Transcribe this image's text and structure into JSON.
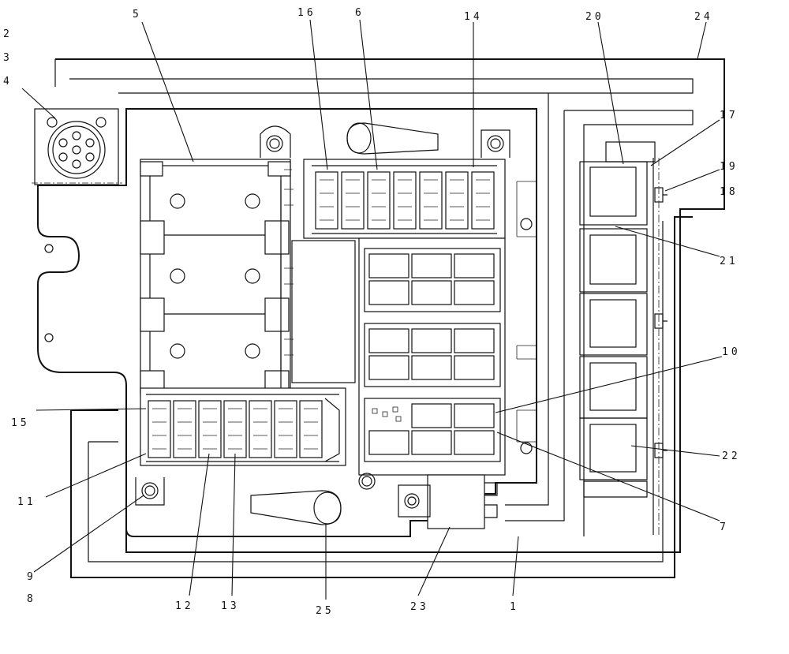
{
  "drawing": {
    "callouts": [
      {
        "id": "c2",
        "label": "2"
      },
      {
        "id": "c3",
        "label": "3"
      },
      {
        "id": "c4",
        "label": "4"
      },
      {
        "id": "c5",
        "label": "5"
      },
      {
        "id": "c16",
        "label": "16"
      },
      {
        "id": "c6",
        "label": "6"
      },
      {
        "id": "c14",
        "label": "14"
      },
      {
        "id": "c20",
        "label": "20"
      },
      {
        "id": "c24",
        "label": "24"
      },
      {
        "id": "c17",
        "label": "17"
      },
      {
        "id": "c19",
        "label": "19"
      },
      {
        "id": "c18",
        "label": "18"
      },
      {
        "id": "c21",
        "label": "21"
      },
      {
        "id": "c10",
        "label": "10"
      },
      {
        "id": "c15",
        "label": "15"
      },
      {
        "id": "c11",
        "label": "11"
      },
      {
        "id": "c22",
        "label": "22"
      },
      {
        "id": "c7",
        "label": "7"
      },
      {
        "id": "c9",
        "label": "9"
      },
      {
        "id": "c8",
        "label": "8"
      },
      {
        "id": "c12",
        "label": "12"
      },
      {
        "id": "c13",
        "label": "13"
      },
      {
        "id": "c25",
        "label": "25"
      },
      {
        "id": "c23",
        "label": "23"
      },
      {
        "id": "c1",
        "label": "1"
      }
    ]
  }
}
